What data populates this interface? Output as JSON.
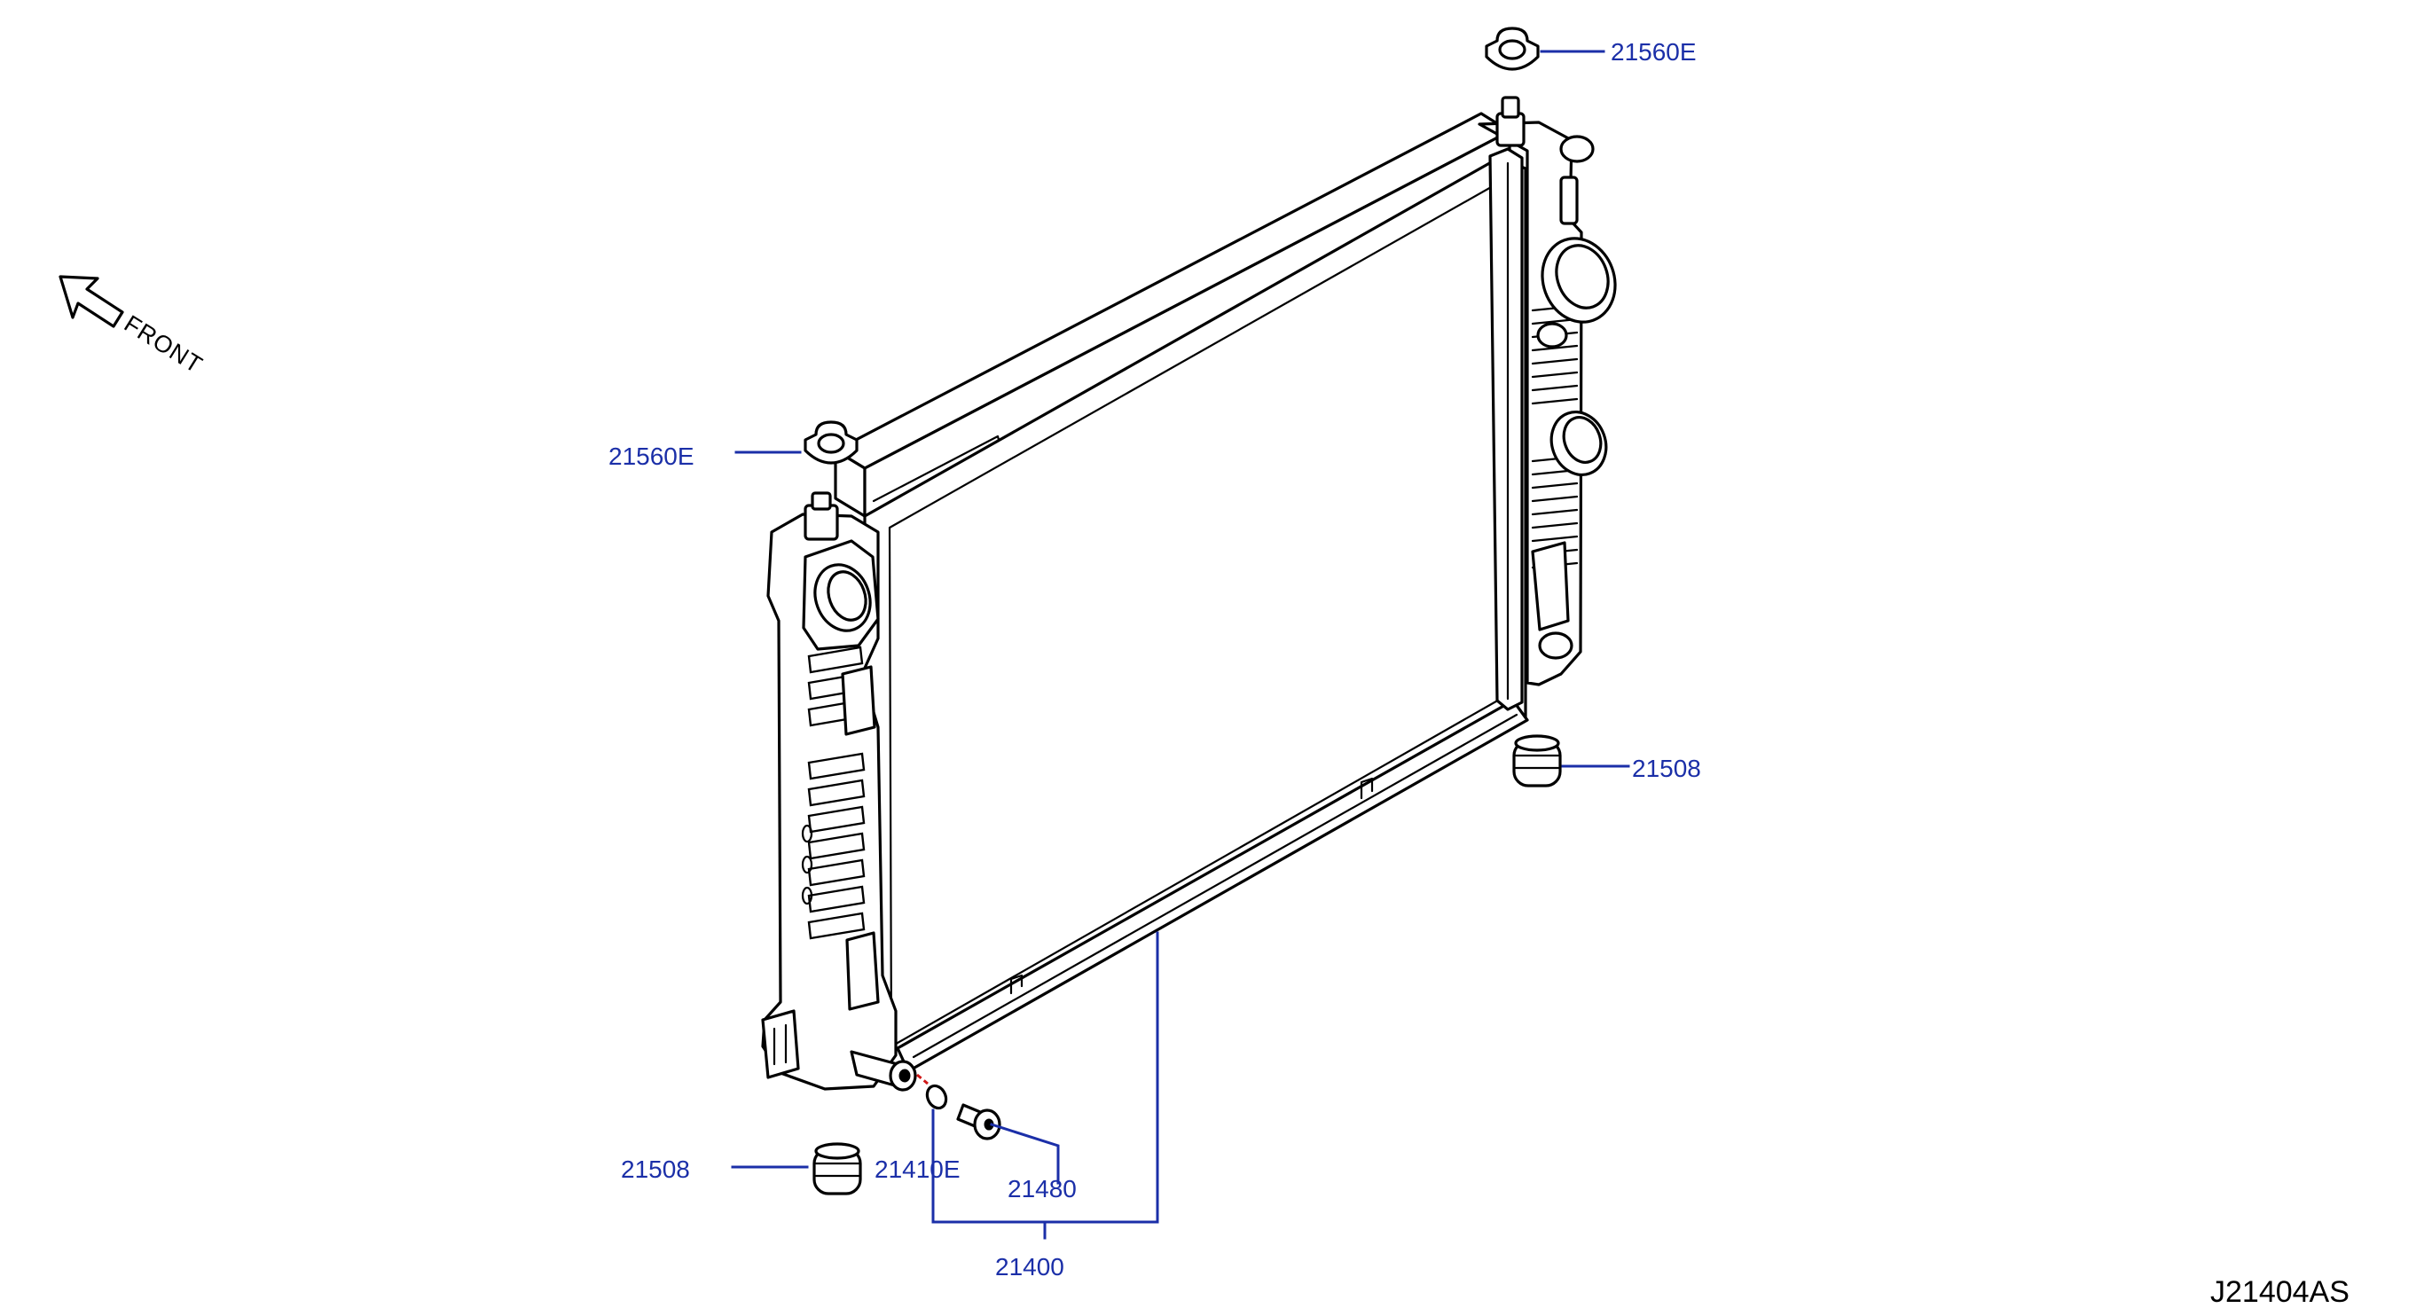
{
  "diagram": {
    "front_label": "FRONT",
    "drawing_code": "J21404AS",
    "callouts": {
      "clip_top_right": "21560E",
      "clip_top_left": "21560E",
      "mount_right": "21508",
      "mount_left": "21508",
      "seal_ring": "21410E",
      "drain_plug": "21480",
      "radiator_assembly": "21400"
    },
    "colors": {
      "callout": "#1b2fa8",
      "seal_marker": "#d01818",
      "line": "#000000"
    }
  }
}
